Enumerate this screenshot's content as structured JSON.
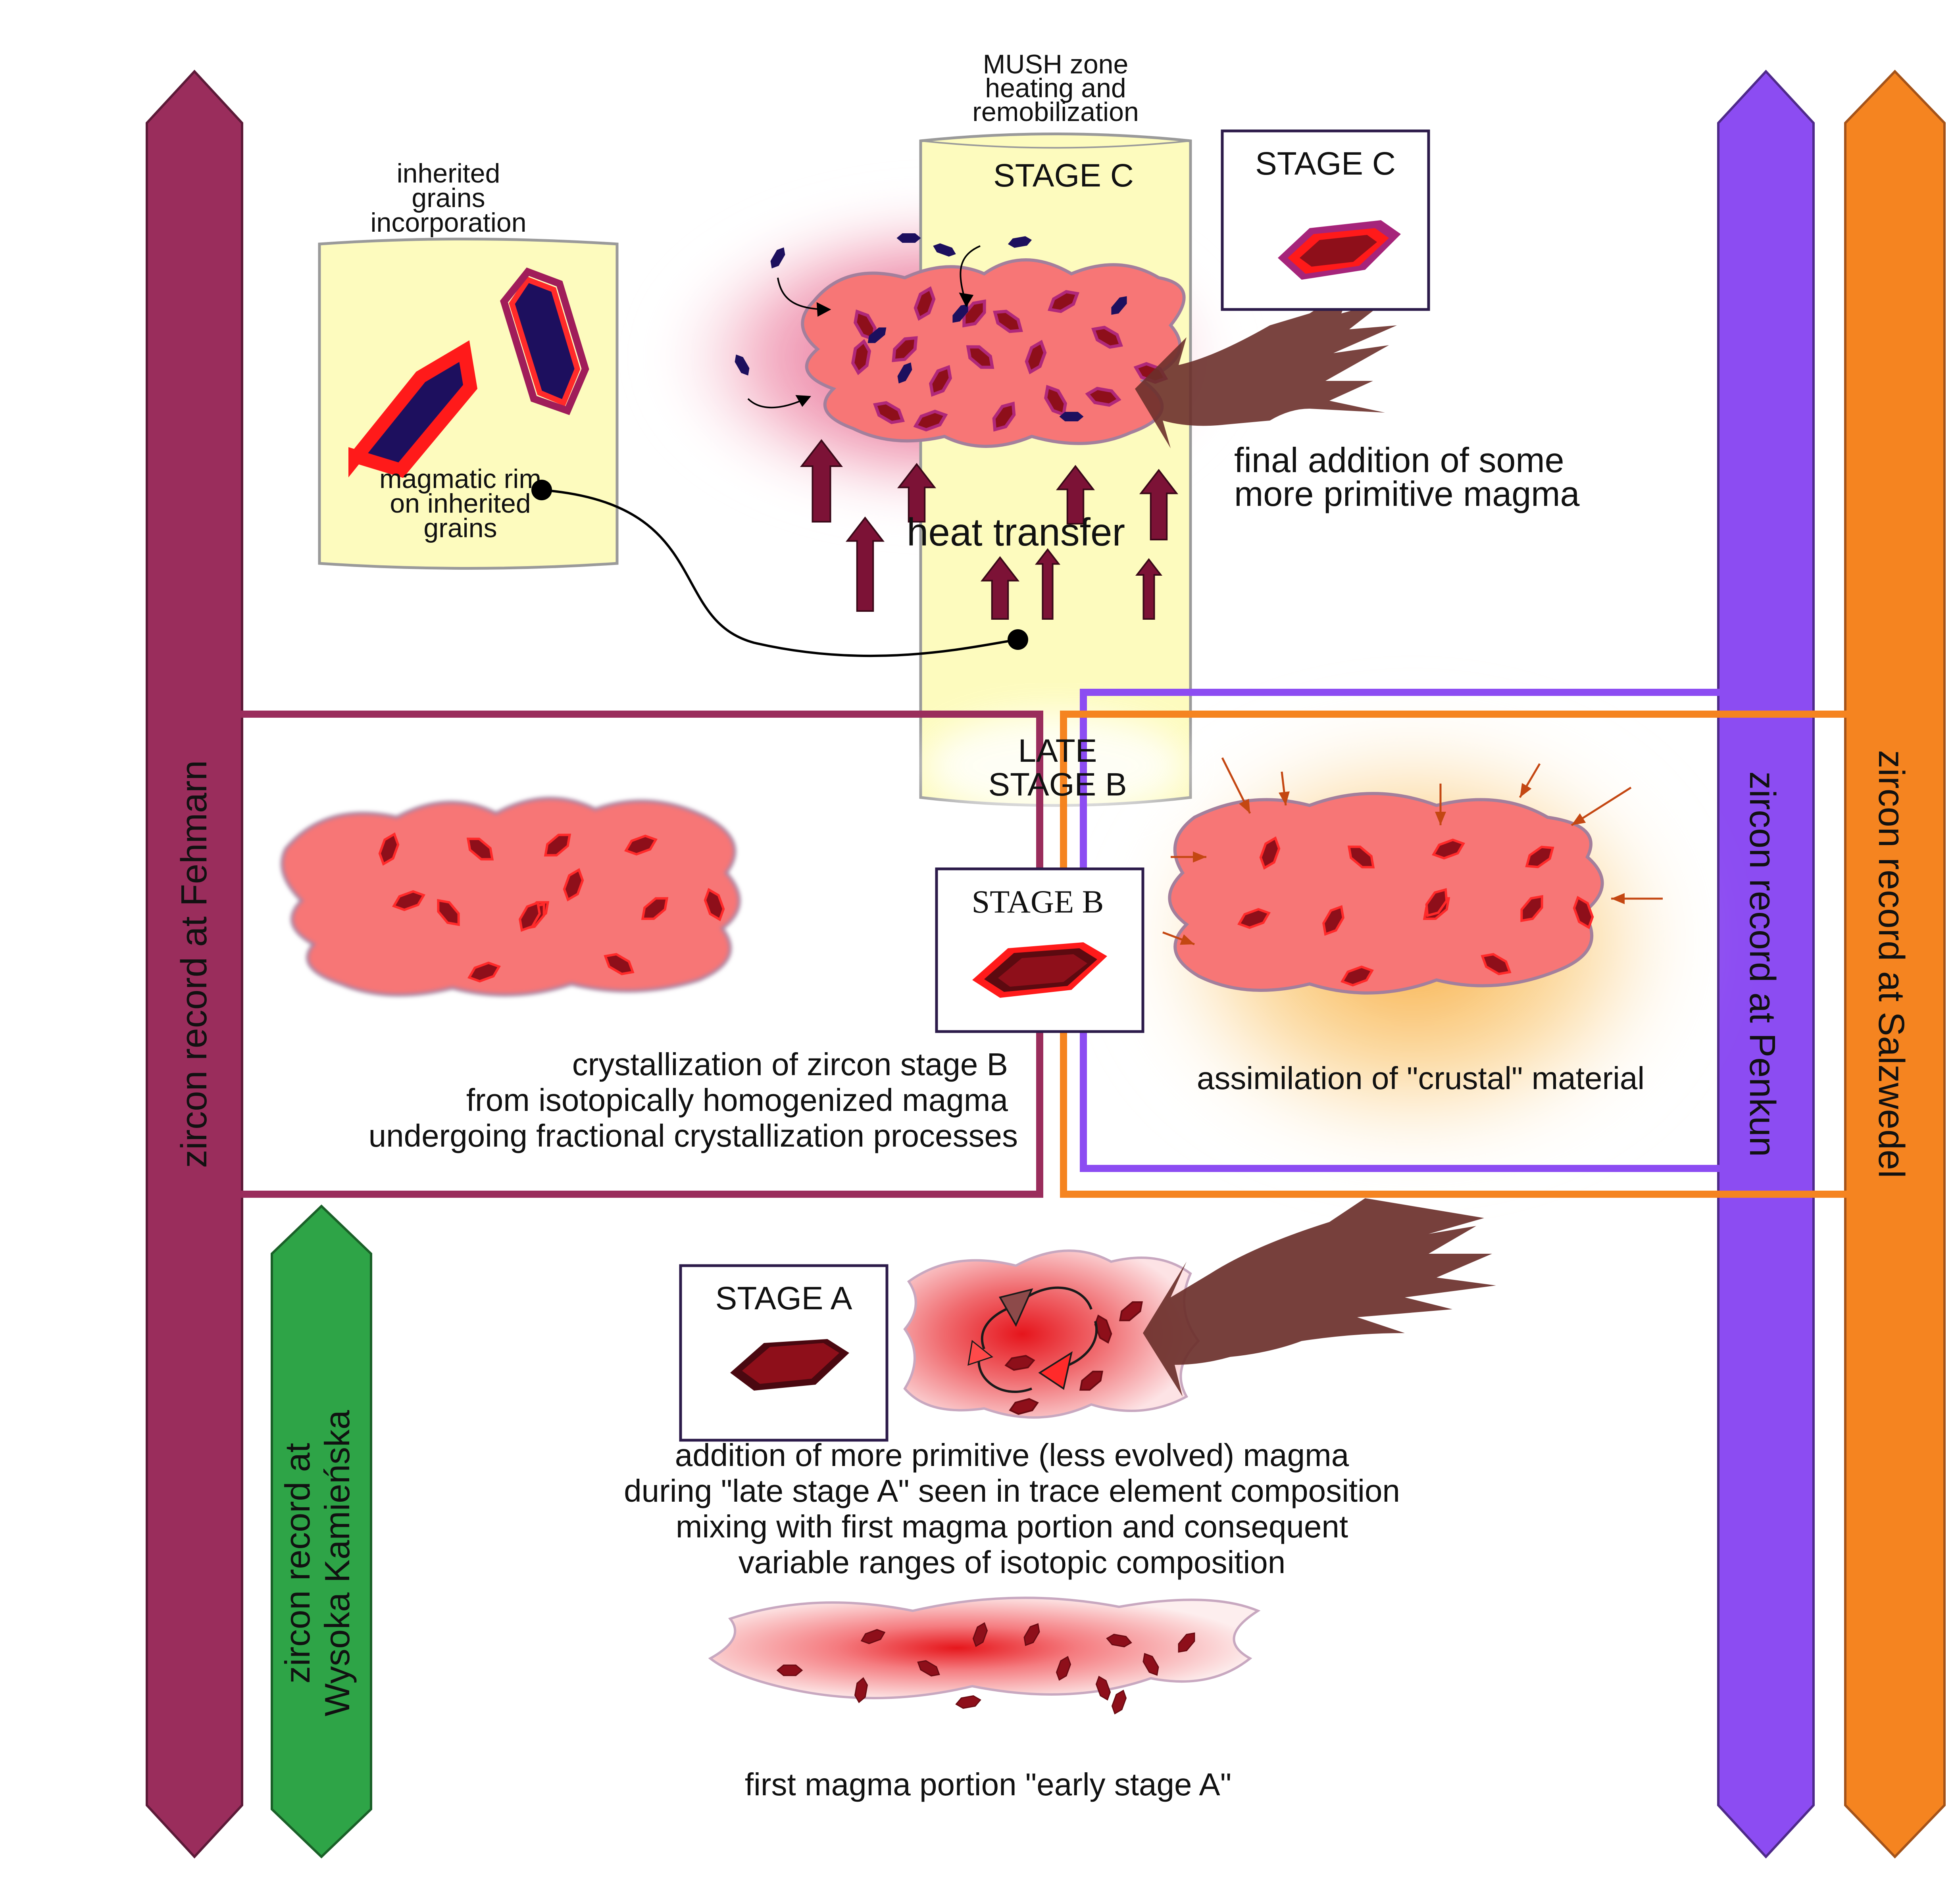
{
  "colors": {
    "fehmarn": "#9a2d5c",
    "wysoka": "#2ea447",
    "penkun": "#8c4cf2",
    "salzwedel": "#f58420",
    "mush_zone": "#fdfbbe",
    "magma": "#f77676",
    "magma_outline": "#a37f9c",
    "zircon_dark": "#8e0f1a",
    "zircon_rim": "#ff1a1a",
    "inherited_core": "#1d0f5e",
    "heat_arrow": "#7c1236",
    "crustal_arrow": "#c44712",
    "hand": "#6b302b",
    "box_border": "#2c1b4a"
  },
  "bands": {
    "fehmarn": "zircon record at Fehmarn",
    "wysoka_line1": "zircon record at",
    "wysoka_line2": "Wysoka Kamieńska",
    "penkun": "zircon record at Penkun",
    "salzwedel": "zircon record at Salzwedel"
  },
  "mush": {
    "title_line1": "MUSH zone",
    "title_line2": "heating and",
    "title_line3": "remobilization",
    "stage_c": "STAGE  C",
    "late_b_line1": "LATE",
    "late_b_line2": "STAGE  B"
  },
  "inherited": {
    "title_line1": "inherited",
    "title_line2": "grains",
    "title_line3": "incorporation",
    "rim_line1": "magmatic rim",
    "rim_line2": "on inherited",
    "rim_line3": "grains"
  },
  "stage_c_box": {
    "label": "STAGE  C"
  },
  "stage_b_box": {
    "label": "STAGE  B"
  },
  "stage_a_box": {
    "label": "STAGE  A"
  },
  "heat_transfer": "heat transfer",
  "final_addition": {
    "line1": "final addition of some",
    "line2": "more primitive magma"
  },
  "crystallization_b": {
    "line1": "crystallization of zircon stage B",
    "line2": "from isotopically homogenized magma",
    "line3": "undergoing fractional crystallization processes"
  },
  "assimilation": "assimilation of \"crustal\" material",
  "addition_a": {
    "line1": "addition of more primitive (less evolved) magma",
    "line2": "during \"late stage A\" seen in trace element composition",
    "line3": "mixing with first magma portion and consequent",
    "line4": "variable ranges of isotopic composition"
  },
  "first_portion": "first magma portion \"early stage A\""
}
